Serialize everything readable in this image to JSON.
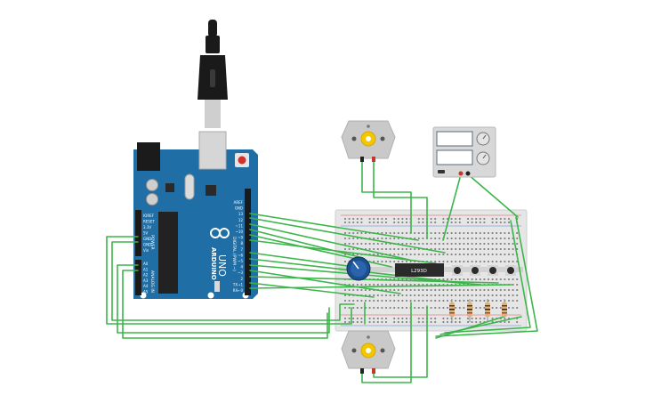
{
  "canvas": {
    "background": "#ffffff"
  },
  "colors": {
    "arduino_board": "#1f6ea6",
    "arduino_board_dark": "#17557f",
    "breadboard": "#e6e6e6",
    "wire": "#3cb54a",
    "motor_body": "#c9c9c9",
    "motor_shaft": "#f2c700",
    "power_supply": "#d8d8d8",
    "chip": "#2a2a2a",
    "potentiometer": "#1d4f8f",
    "resistor": "#d9b27c",
    "usb_cable": "#1a1a1a"
  },
  "arduino": {
    "brand_text": "ARDUINO",
    "model_text": "UNO",
    "logo": "infinity-logo",
    "digital_label": "DIGITAL (PWM ~)",
    "power_label": "POWER",
    "analog_label": "ANALOG IN",
    "digital_pins": [
      "AREF",
      "GND",
      "13",
      "12",
      "~11",
      "~10",
      "~9",
      "8",
      "7",
      "~6",
      "~5",
      "4",
      "~3",
      "2",
      "TX→1",
      "RX←0"
    ],
    "power_pins": [
      "IOREF",
      "RESET",
      "3.3V",
      "5V",
      "GND",
      "GND",
      "Vin"
    ],
    "analog_pins": [
      "A0",
      "A1",
      "A2",
      "A3",
      "A4",
      "A5"
    ]
  },
  "components": {
    "driver_chip_label": "L293D",
    "motors": [
      "dc-motor-top",
      "dc-motor-bottom"
    ],
    "power_supply": "bench-power-supply",
    "potentiometer": "potentiometer",
    "pushbuttons": 4,
    "resistors": 4
  }
}
